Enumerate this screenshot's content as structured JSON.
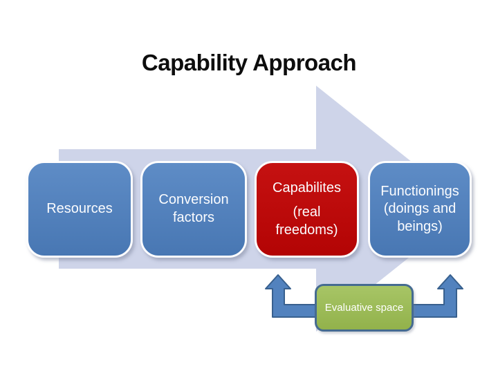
{
  "slide": {
    "title": "Capability Approach",
    "background_color": "#ffffff"
  },
  "flow": {
    "type": "process-arrow-diagram",
    "arrow_color": "#ced4e9",
    "boxes": [
      {
        "label": "Resources",
        "sublabel": "",
        "fill": "#4f81bd",
        "text_color": "#ffffff"
      },
      {
        "label": "Conversion factors",
        "sublabel": "",
        "fill": "#4f81bd",
        "text_color": "#ffffff"
      },
      {
        "label": "Capabilites",
        "sublabel": "(real freedoms)",
        "fill": "#c00000",
        "text_color": "#ffffff"
      },
      {
        "label": "Functionings (doings and beings)",
        "sublabel": "",
        "fill": "#4f81bd",
        "text_color": "#ffffff"
      }
    ]
  },
  "evaluative": {
    "label": "Evaluative space",
    "fill": "#9bbb59",
    "border_color": "#456b91",
    "text_color": "#ffffff",
    "connector_arrow_fill": "#5282be",
    "connector_arrow_border": "#38608e",
    "points_to": [
      "Capabilites",
      "Functionings"
    ]
  }
}
